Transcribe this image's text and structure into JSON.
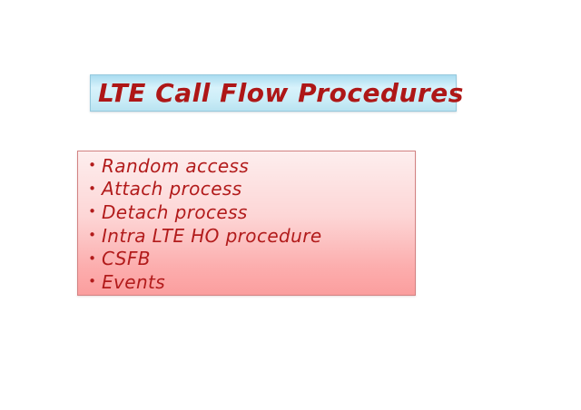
{
  "slide": {
    "background_color": "#ffffff"
  },
  "title_box": {
    "label": "LTE Call Flow Procedures",
    "text_color": "#ae1717",
    "bg_gradient_top": "#a9dcf0",
    "bg_gradient_middle": "#d8f2fb",
    "bg_gradient_bottom": "#b9e3f1",
    "border_color": "#96c9dd"
  },
  "content_box": {
    "bullet_char": "•",
    "items": [
      "Random access",
      "Attach process",
      "Detach process",
      "Intra LTE HO procedure",
      "CSFB",
      "Events"
    ],
    "text_color": "#b21b1b",
    "bg_gradient_top": "#fdeeee",
    "bg_gradient_bottom": "#fb9e9e",
    "border_color": "#d28282"
  }
}
